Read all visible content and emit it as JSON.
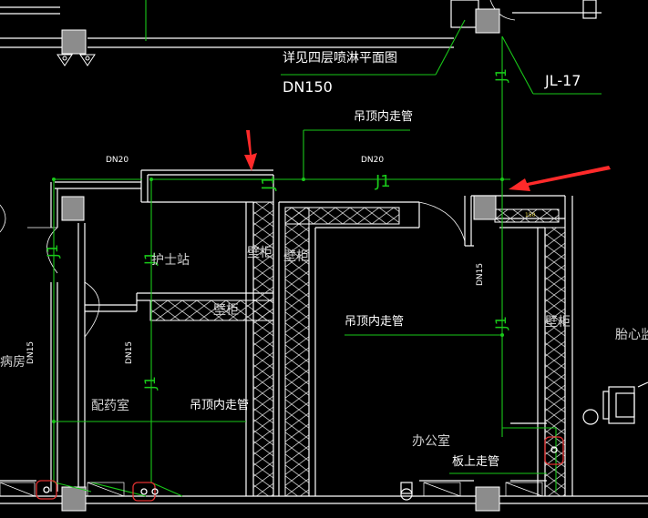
{
  "canvas": {
    "background": "#000000"
  },
  "colors": {
    "wall": "#ffffff",
    "pipe": "#19c819",
    "arrow": "#ff2a2a",
    "fixture": "#e03030",
    "column": "#9a9a9a",
    "text": "#ffffff",
    "room_text": "#cfcfcf",
    "pipe_text": "#ffffff"
  },
  "labels": {
    "see_4f_sprinkler": "详见四层喷淋平面图",
    "dn150": "DN150",
    "jl17": "JL-17",
    "ceiling_pipe_top": "吊顶内走管",
    "ceiling_pipe_mid": "吊顶内走管",
    "ceiling_pipe_bottom": "吊顶内走管",
    "slab_pipe": "板上走管",
    "dn20_left": "DN20",
    "dn20_right": "DN20",
    "j1_top": "J1",
    "j1_main": "J1",
    "j1_left": "J1",
    "j1_mid": "J1",
    "j1_center": "J1",
    "j1_right": "J1",
    "j1_topright": "J1",
    "dn15_left": "DN15",
    "dn15_mid": "DN15",
    "dn15_right": "DN15",
    "gauge": "150"
  },
  "rooms": {
    "nurse_station": "护士站",
    "wall_cabinet_1": "壁柜",
    "wall_cabinet_2": "壁柜",
    "wall_cabinet_3": "壁柜",
    "wall_cabinet_4": "壁柜",
    "ward": "病房",
    "pharmacy": "配药室",
    "office": "办公室",
    "fetal_monitor": "胎心监"
  },
  "arrows": [
    "arrow-left-annotation",
    "arrow-right-annotation"
  ]
}
